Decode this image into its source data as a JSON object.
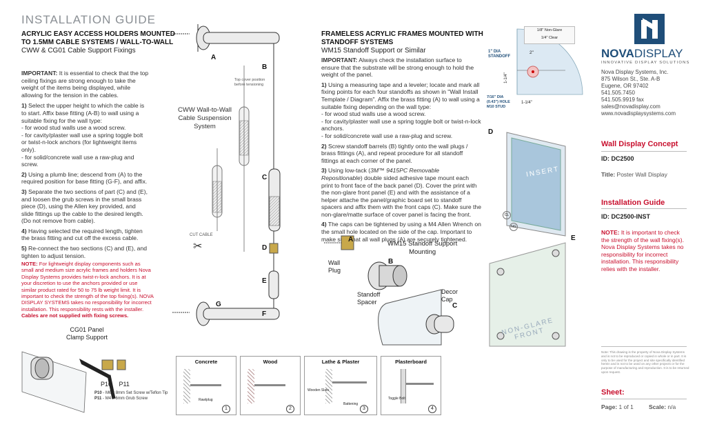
{
  "header": {
    "title": "INSTALLATION GUIDE",
    "left_sub1": "ACRYLIC EASY ACCESS HOLDERS MOUNTED",
    "left_sub2": "TO 1.5MM CABLE SYSTEMS / WALL-TO-WALL",
    "left_sub3": "CWW & CG01 Cable Support Fixings"
  },
  "left": {
    "important": "IMPORTANT:",
    "p1": " It is essential to check that the top ceiling fixings are strong enough to take the weight of the items being displayed, while allowing for the tension in the cables.",
    "s1": "1)",
    "s1_text": " Select the upper height to which the cable is to start. Affix base fitting (A-B) to wall using a suitable fixing for the wall type:",
    "s1_a": "- for wood stud walls use a wood screw.",
    "s1_b": "- for cavity/plaster wall use a spring toggle bolt or twist-n-lock anchors (for lightweight items only).",
    "s1_c": "- for solid/concrete wall use a raw-plug and screw.",
    "s2": "2)",
    "s2_text": " Using a plumb line; descend from (A) to the required position for base fitting (G-F), and affix.",
    "s3": "3)",
    "s3_text": " Separate the two sections of part (C) and (E), and loosen the grub screws in the small brass piece (D), using the Allen key provided, and slide fittings up the cable to the desired length. (Do not remove from cable).",
    "s4": "4)",
    "s4_text": " Having selected the required length, tighten the brass fitting and cut off the excess cable.",
    "s5": "5)",
    "s5_text": " Re-connect the two sections (C) and (E), and tighten to adjust tension.",
    "note_label": "NOTE:",
    "note_text": " For lightweight display components such as small and medium size acrylic frames and holders Nova Display Systems provides twist-n-lock anchors. It is at your discretion to use the anchors provided or use similar product rated for 50 to 75 lb weight limit. It is important to check the strength of the top fixing(s). NOVA DISPLAY SYSTEMS takes no responsibility for incorrect installation. This responsibility rests with the installer.",
    "note_bold": "Cables are not supplied with fixing screws.",
    "cg01_label1": "CG01 Panel",
    "cg01_label2": "Clamp Support",
    "p10": "P10",
    "p11": "P11",
    "p10_desc_b": "P10",
    "p10_desc": " - M6 x 8mm Set Screw w/Teflon Tip",
    "p11_desc_b": "P11",
    "p11_desc": " - M4 x 6mm Grub Screw"
  },
  "cable_diagram": {
    "label_a": "A",
    "label_b": "B",
    "label_c": "C",
    "label_d": "D",
    "label_e": "E",
    "label_f": "F",
    "label_g": "G",
    "top_cover1": "Top cover position",
    "top_cover2": "before tensioning",
    "system1": "CWW Wall-to-Wall",
    "system2": "Cable Suspension",
    "system3": "System",
    "cut_cable": "CUT CABLE"
  },
  "middle": {
    "sub1": "FRAMELESS ACRYLIC FRAMES MOUNTED WITH STANDOFF SYSTEMS",
    "sub2": "WM15 Standoff Support or Similar",
    "important": "IMPORTANT:",
    "p1": " Always check the installation surface to ensure that the substrate will be strong enough to hold the weight of the panel.",
    "s1": "1)",
    "s1_text": " Using a measuring tape and a leveler; locate and mark all fixing points for each four standoffs as shown in \"Wall Install Template / Diagram\". Affix the brass fitting (A) to wall using a suitable fixing depending on the wall type:",
    "s1_a": "- for wood stud walls use a wood screw.",
    "s1_b": "- for cavity/plaster wall use a spring toggle bolt or twist-n-lock anchors.",
    "s1_c": "- for solid/concrete wall use a raw-plug and screw.",
    "s2": "2)",
    "s2_text": " Screw standoff barrels (B) tightly onto the wall plugs / brass fittings (A), and repeat procedure for all standoff fittings at each corner of the panel.",
    "s3": "3)",
    "s3_text1": " Using low-tack (",
    "s3_italic": "3M™ 9415PC Removable Repositionable",
    "s3_text2": ") double sided adhesive tape mount each print to front face of the back panel (D). Cover the print with the non-glare front panel (E) and with the assistance of a helper attache the panel/graphic board set to standoff spacers and affix them with the front caps (C). Make sure the non-glare/matte surface of cover panel is facing the front.",
    "s4": "4)",
    "s4_text": " The caps can be tightened by using a M4 Allen Wrench on the small hole located on the side of the cap. Important to make sure that all wall plugs (A) are securely tightened.",
    "wm15_1": "WM15 Standoff Support",
    "wm15_2": "Mounting",
    "wall_plug1": "Wall",
    "wall_plug2": "Plug",
    "standoff1": "Standoff",
    "standoff2": "Spacer",
    "decor1": "Decor",
    "decor2": "Cap",
    "lbl_a": "A",
    "lbl_b": "B",
    "lbl_c": "C"
  },
  "panel_diagram": {
    "dia1": "1\" DIA",
    "dia2": "STANDOFF",
    "hole1": "7/16\" DIA",
    "hole2": "(0.43\") HOLE",
    "hole3": "M10 STUD",
    "dim_2": "2\"",
    "dim_1_25": "1-1/4\"",
    "dim_1_25b": "1-1/4\"",
    "tag1": "1/8\" Non-Glare",
    "tag2": "1/4\" Clear",
    "insert": "INSERT",
    "nonglare1": "NON-GLARE",
    "nonglare2": "FRONT",
    "lbl_d": "D",
    "lbl_e": "E",
    "cl": "CL",
    "ng": "NG"
  },
  "wall_types": [
    {
      "title": "Concrete",
      "sub": "Rawlplug",
      "num": "1"
    },
    {
      "title": "Wood",
      "sub": "",
      "num": "2"
    },
    {
      "title": "Lathe & Plaster",
      "sub": "Wooden Slats",
      "sub2": "Battening",
      "num": "3"
    },
    {
      "title": "Plasterboard",
      "sub": "Toggle Bolt",
      "num": "4"
    }
  ],
  "right": {
    "logo_nova": "NOVA",
    "logo_display": "DISPLAY",
    "logo_tag": "INNOVATIVE DISPLAY SOLUTIONS",
    "company": "Nova Display Systems, Inc.",
    "addr1": "875 Wilson St., Ste. A-B",
    "addr2": "Eugene, OR 97402",
    "phone": "541.505.7450",
    "fax": "541.505.9919 fax",
    "email": "sales@novadisplay.com",
    "web": "www.novadisplaysystems.com",
    "concept_title": "Wall Display Concept",
    "id_label": "ID:",
    "id_value": "DC2500",
    "title_label": "Title:",
    "title_value": "Poster Wall Display",
    "guide_title": "Installation Guide",
    "guide_id_label": "ID:",
    "guide_id_value": "DC2500-INST",
    "note_label": "NOTE:",
    "note_text": " It is important to check the strength of the wall fixing(s). Nova Display Systems takes no responsibility for incorrect installation. This responsibility relies with the installer.",
    "fine_print": "Note: This drawing is the property of Nova Display Systems and is not to be reproduced or copied in whole or in part. It is only to be used for the project and site specifically identified herein and is not to be used on any other projects or for the purpose of manufacturing and reproduction. It is to be returned upon request.",
    "sheet_title": "Sheet:",
    "page_label": "Page:",
    "page_value": "1 of 1",
    "scale_label": "Scale:",
    "scale_value": "n/a"
  },
  "colors": {
    "accent_red": "#c8102e",
    "logo_blue": "#1f4e79",
    "heading_gray": "#8a8f94"
  }
}
